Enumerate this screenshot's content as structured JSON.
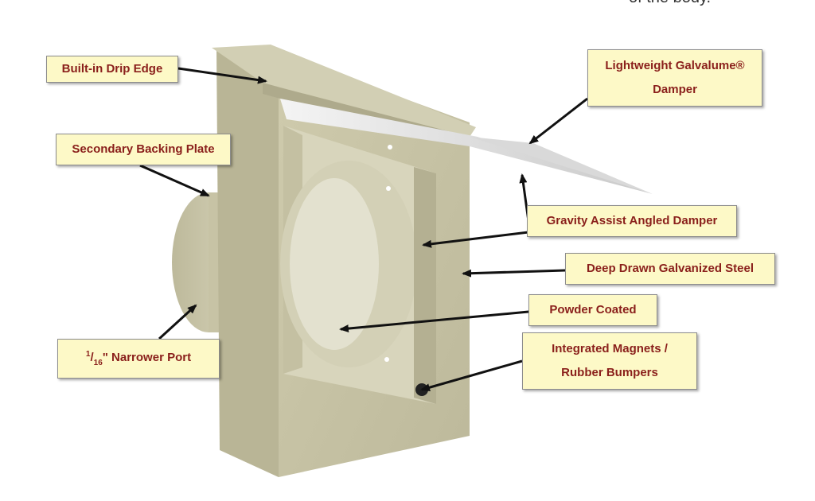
{
  "top_text": "of the body.",
  "colors": {
    "callout_fill": "#fdf9c7",
    "callout_text": "#8a1f1b",
    "steel": "#cbc7a8",
    "damper": "#ececec",
    "arrow": "#111111"
  },
  "callouts": {
    "drip_edge": "Built-in Drip Edge",
    "galvalume_line1": "Lightweight Galvalume®",
    "galvalume_line2": "Damper",
    "backing_plate": "Secondary Backing Plate",
    "gravity_damper": "Gravity Assist Angled Damper",
    "deep_drawn": "Deep Drawn Galvanized Steel",
    "powder_coated": "Powder Coated",
    "magnets_line1": "Integrated Magnets /",
    "magnets_line2": "Rubber Bumpers",
    "port_numerator": "1",
    "port_slash": "/",
    "port_denominator": "16",
    "port_text": "\" Narrower Port"
  }
}
